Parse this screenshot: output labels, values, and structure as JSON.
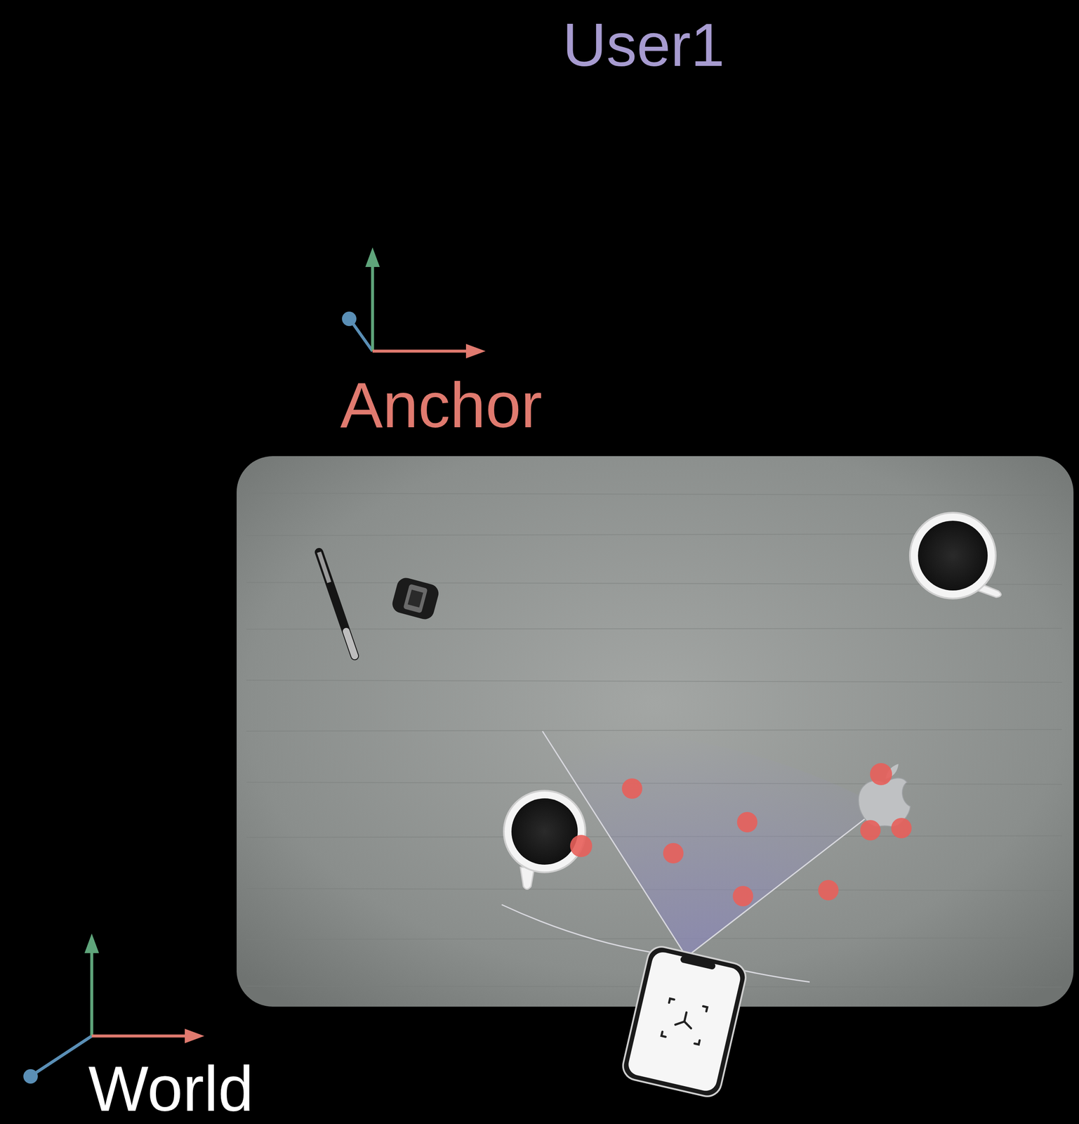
{
  "diagram": {
    "labels": [
      "User1",
      "Anchor",
      "World"
    ]
  }
}
